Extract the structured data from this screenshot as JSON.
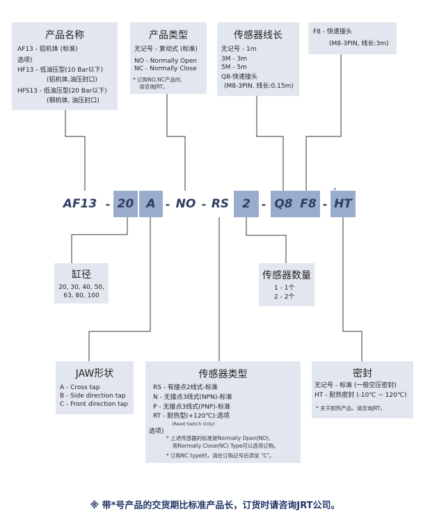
{
  "product_name": {
    "title": "产品名称",
    "lines": [
      "AF13 -  铝机体 (标准)",
      "选项)",
      "HF13 - 低油压型(10 Bar以下)",
      "(铝机体,油压封口)",
      "HFS13 - 低油压型(20 Bar以下)",
      "(钢机体, 油压封口)"
    ]
  },
  "product_type": {
    "title": "产品类型",
    "lines": [
      "无记号  - 复动式 (标准)",
      "NO - Normally Open",
      "NC - Normally Close"
    ],
    "footnote": [
      "*  订购NO,NC产品时,",
      "请咨询JRT。"
    ]
  },
  "sensor_cable": {
    "title": "传感器线长",
    "lines": [
      "无记号 - 1m",
      "3M - 3m",
      "5M - 5m",
      "Q8-快速接头",
      "(M8-3PIN, 线长:0.15m)"
    ]
  },
  "f8": {
    "lines": [
      "F8 - 快速接头",
      "(M8-3PIN, 线长:3m)"
    ]
  },
  "code": {
    "parts": [
      "AF13",
      "20",
      "A",
      "NO",
      "RS",
      "2",
      "Q8",
      "F8",
      "HT"
    ],
    "dash": "-",
    "star": "*"
  },
  "bore": {
    "title": "缸径",
    "lines": [
      "20, 30, 40, 50,",
      "63, 80, 100"
    ]
  },
  "sensor_qty": {
    "title": "传感器数量",
    "lines": [
      "1 - 1个",
      "2 - 2个"
    ]
  },
  "jaw": {
    "title": "JAW形状",
    "lines": [
      "A - Cross tap",
      "B - Side direction tap",
      "C - Front direction tap"
    ]
  },
  "sensor_type": {
    "title": "传感器类型",
    "lines": [
      "RS - 有接点2线式-标准",
      "N - 无接点3线式(NPN)-标准",
      "P - 无接点3线式(PNP)-标准",
      "RT - 耐热型(+120℃):选项"
    ],
    "reed_note": "(Reed Switch Only)",
    "option": "选项)",
    "footnote": [
      "*  上述传感器的标准是Normally Open(NO),",
      "而Normally Close(NC) Type可以选项订购。",
      "*  订购NC type时，请在订购记号后添加 \"C\"。"
    ]
  },
  "seal": {
    "title": "密封",
    "lines": [
      "无记号 - 标准 (一般空压密封)",
      "HT - 耐热密封 (-10℃ ~ 120℃)"
    ],
    "footnote": "*  关于耐热产品，请咨询JRT。"
  },
  "bottom_note": "※  带*号产品的交货期比标准产品长，订货时请咨询JRT公司。",
  "colors": {
    "box": "#e2e6ef",
    "code_bg": "#9aaccd",
    "code_text": "#2d3e63",
    "line": "#333333"
  }
}
